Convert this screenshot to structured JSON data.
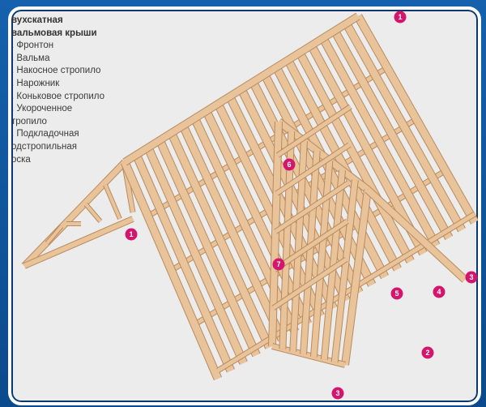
{
  "legend": {
    "title_lines": [
      "вухскатная",
      "вальмовая крыши"
    ],
    "items": [
      ". Фронтон",
      ". Вальма",
      ". Накосное стропило",
      ". Нарожник",
      ". Коньковое стропило",
      ". Укороченное",
      "тропило",
      ". Подкладочная",
      "одстропильная",
      "оска"
    ]
  },
  "markers": [
    {
      "id": "m1-top",
      "label": "1"
    },
    {
      "id": "m1-left",
      "label": "1"
    },
    {
      "id": "m6",
      "label": "6"
    },
    {
      "id": "m7",
      "label": "7"
    },
    {
      "id": "m5",
      "label": "5"
    },
    {
      "id": "m4",
      "label": "4"
    },
    {
      "id": "m3-right",
      "label": "3"
    },
    {
      "id": "m2",
      "label": "2"
    },
    {
      "id": "m3-bottom",
      "label": "3"
    }
  ],
  "colors": {
    "wood": "#e9c49a",
    "wood_edge": "#b98a5e",
    "marker": "#d4156e"
  }
}
